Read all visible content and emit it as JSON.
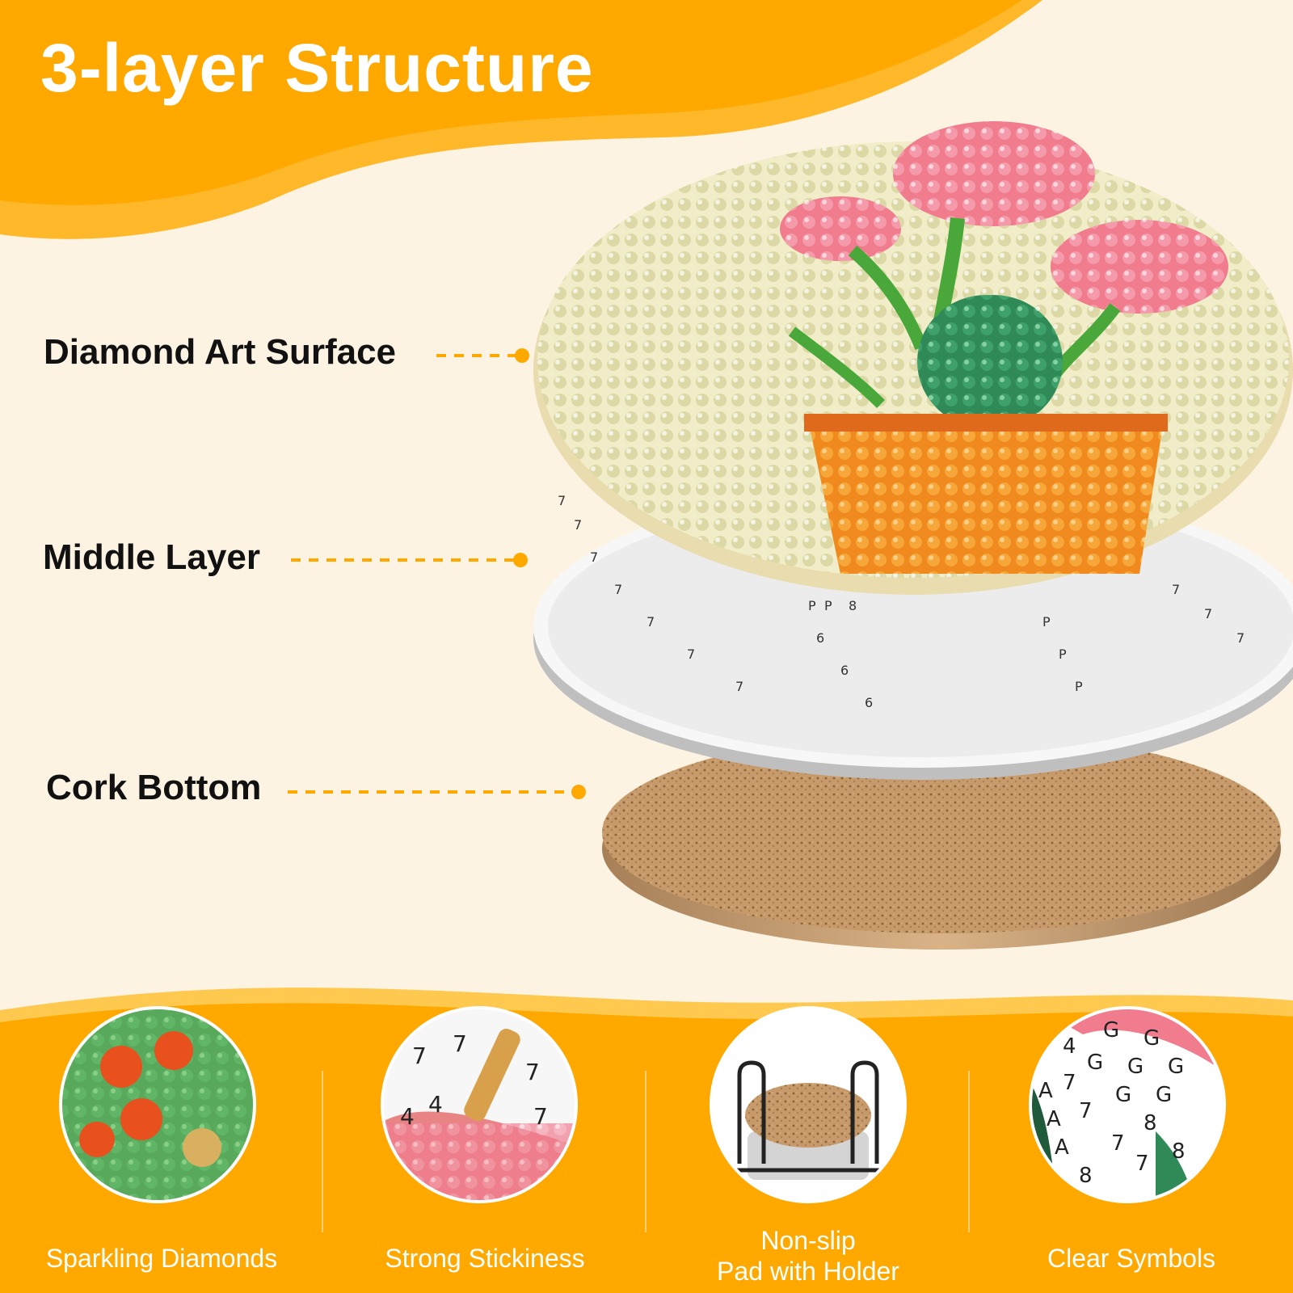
{
  "header": {
    "title": "3-layer Structure"
  },
  "layers": [
    {
      "label": "Diamond Art Surface"
    },
    {
      "label": "Middle Layer"
    },
    {
      "label": "Cork Bottom"
    }
  ],
  "features": [
    {
      "label": "Sparkling Diamonds"
    },
    {
      "label": "Strong Stickiness"
    },
    {
      "label_line1": "Non-slip",
      "label_line2": "Pad with Holder"
    },
    {
      "label": "Clear Symbols"
    }
  ],
  "symbols": {
    "middle_layer": [
      "7",
      "6",
      "P",
      "8"
    ],
    "strong_stickiness": [
      "7",
      "4"
    ],
    "clear_symbols": [
      "G",
      "4",
      "7",
      "A",
      "8"
    ]
  },
  "colors": {
    "brand_orange": "#ffa800",
    "cream": "#fdf3e3",
    "label_text": "#111111",
    "cork": "#c69a6a"
  }
}
